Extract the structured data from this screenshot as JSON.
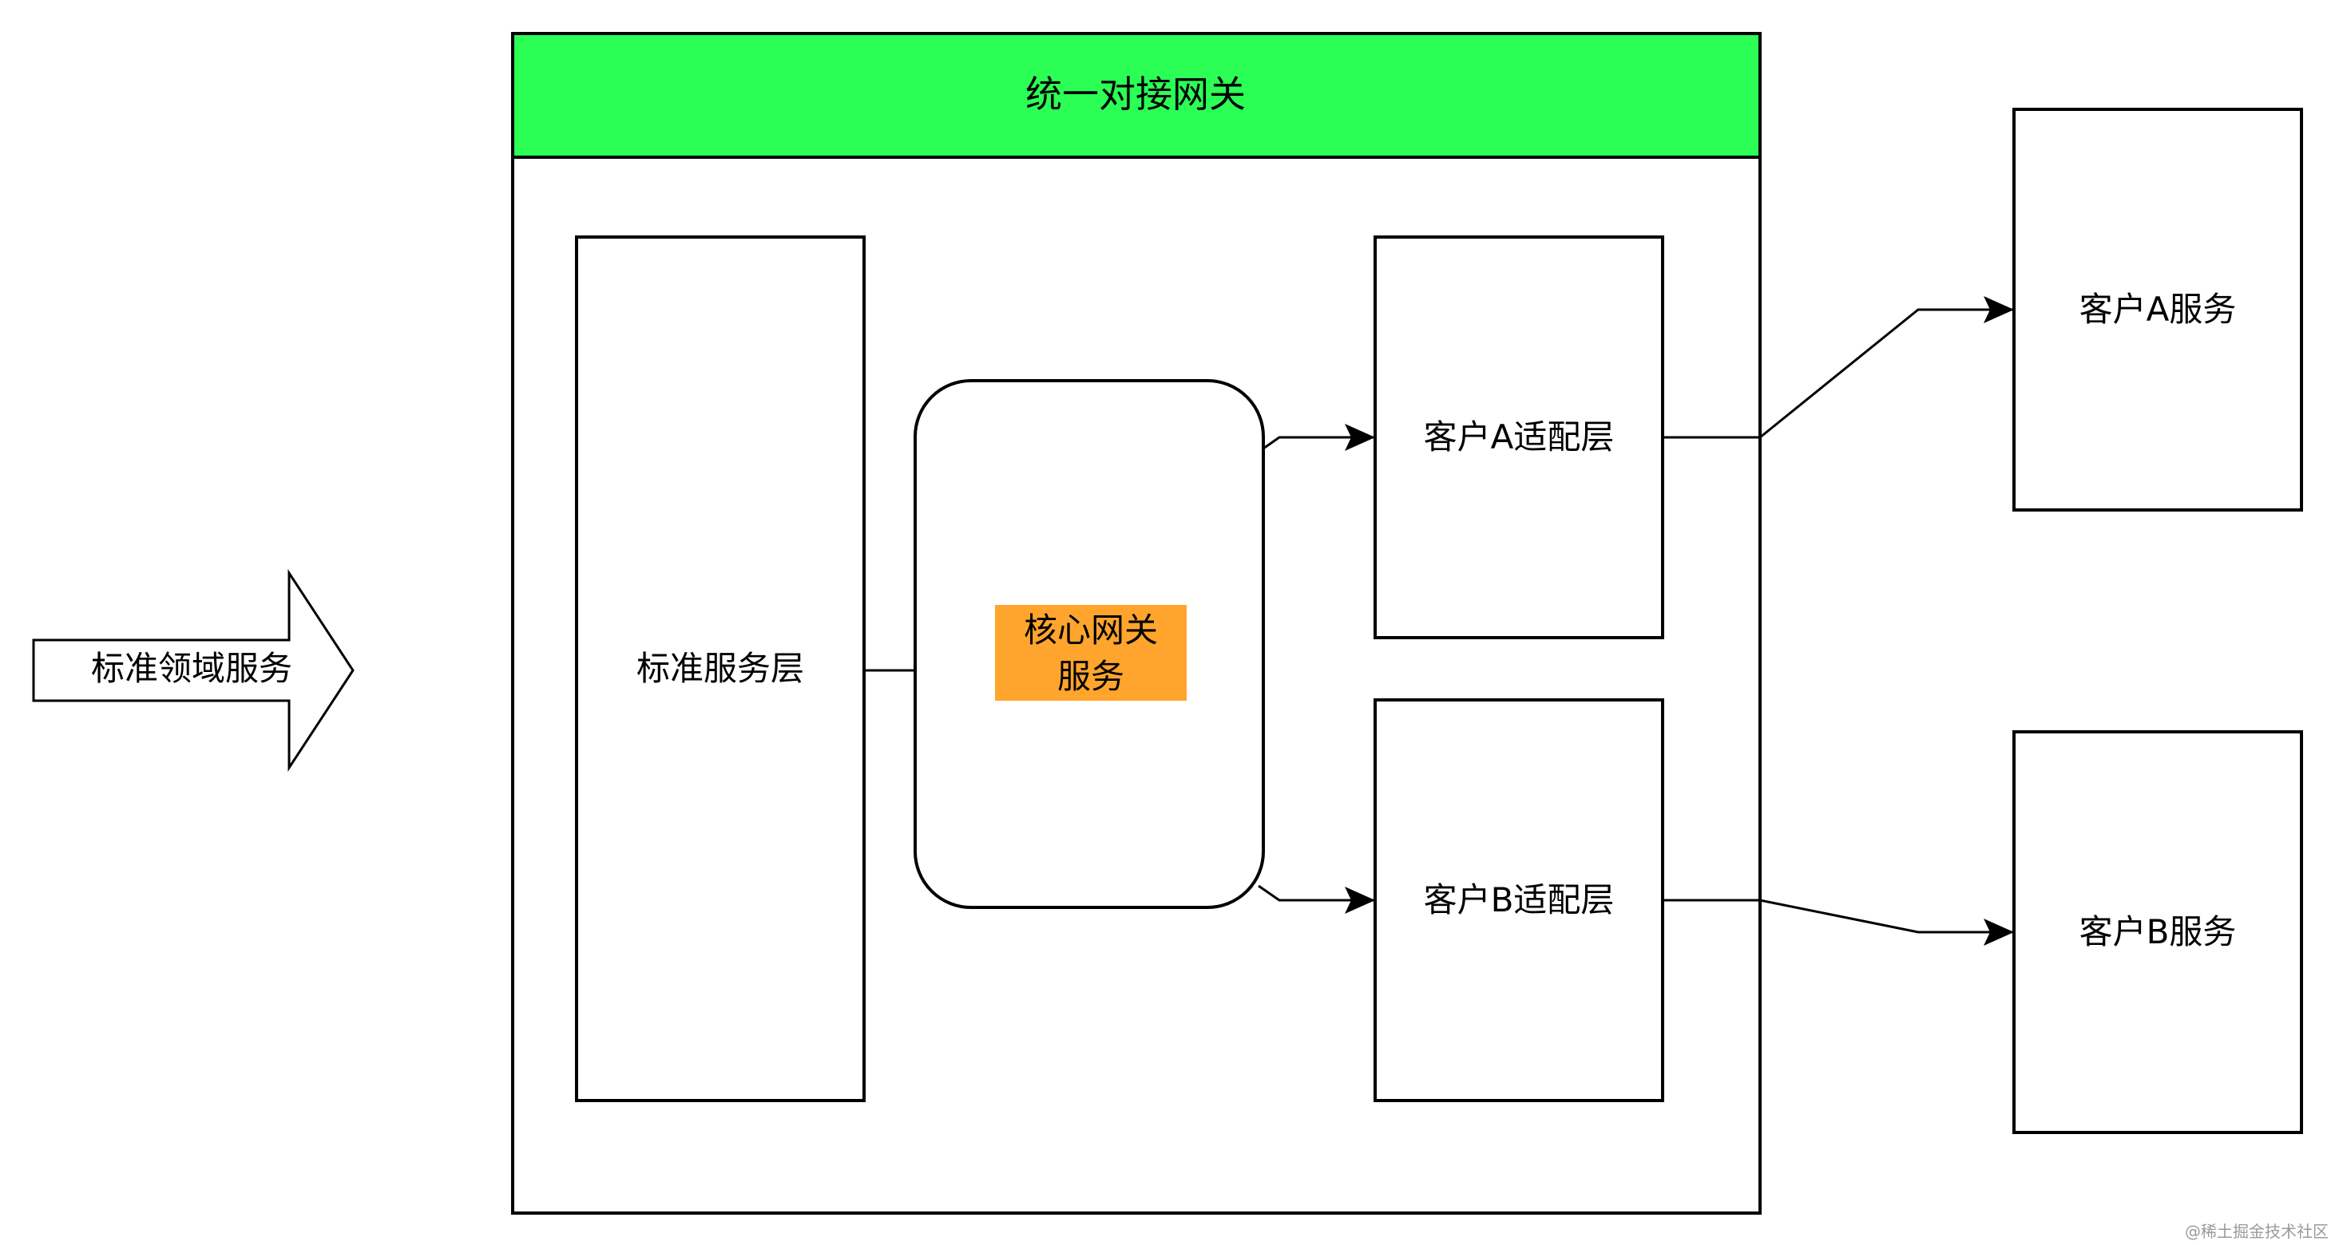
{
  "gateway": {
    "title": "统一对接网关",
    "header_color": "#2bff55"
  },
  "input_arrow": {
    "label": "标准领域服务"
  },
  "standard_layer": {
    "label": "标准服务层"
  },
  "core_gateway": {
    "line1": "核心网关",
    "line2": "服务",
    "highlight_color": "#ffa52d"
  },
  "adapter_a": {
    "label": "客户A适配层"
  },
  "adapter_b": {
    "label": "客户B适配层"
  },
  "service_a": {
    "label": "客户A服务"
  },
  "service_b": {
    "label": "客户B服务"
  },
  "watermark": "@稀土掘金技术社区"
}
